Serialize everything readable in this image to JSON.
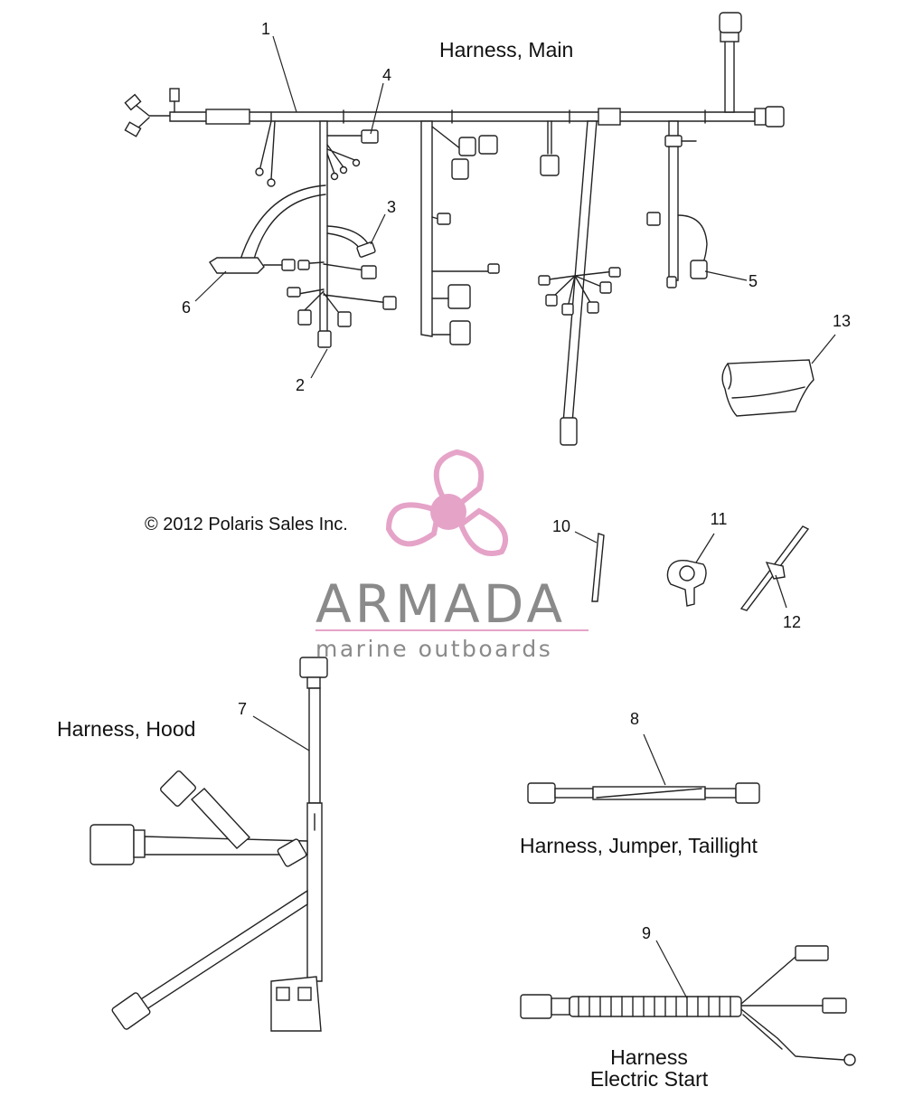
{
  "titles": {
    "main": "Harness, Main",
    "hood": "Harness, Hood",
    "jumper": "Harness, Jumper, Taillight",
    "electric_start_line1": "Harness",
    "electric_start_line2": "Electric Start"
  },
  "copyright": "© 2012 Polaris Sales Inc.",
  "watermark": {
    "name": "ARMADA",
    "tagline": "marine outboards",
    "accent_color": "#e39ac3",
    "text_color": "#8a8a8a"
  },
  "callouts": [
    "1",
    "2",
    "3",
    "4",
    "5",
    "6",
    "7",
    "8",
    "9",
    "10",
    "11",
    "12",
    "13"
  ]
}
